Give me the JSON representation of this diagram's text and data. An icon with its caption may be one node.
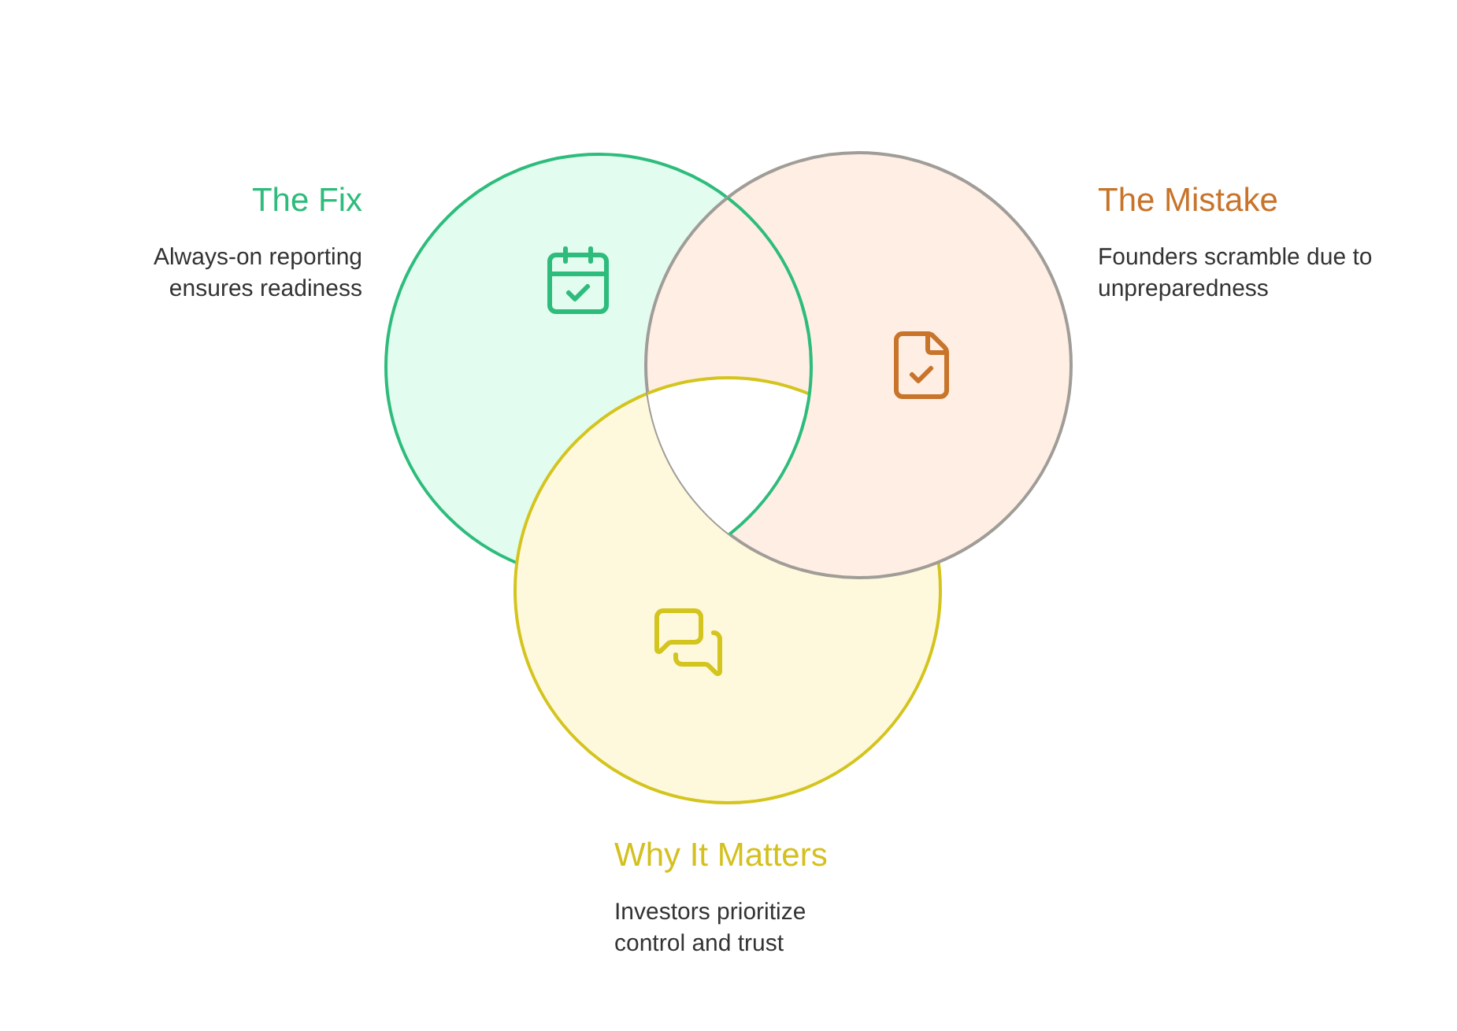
{
  "diagram": {
    "nodes": [
      {
        "text": [
          "The Fix",
          "Always-on reporting ensures readiness"
        ]
      },
      {
        "text": [
          "The Mistake",
          "Founders scramble due to unpreparedness"
        ]
      },
      {
        "text": [
          "Why It Matters",
          "Investors prioritize control and trust"
        ]
      }
    ]
  }
}
